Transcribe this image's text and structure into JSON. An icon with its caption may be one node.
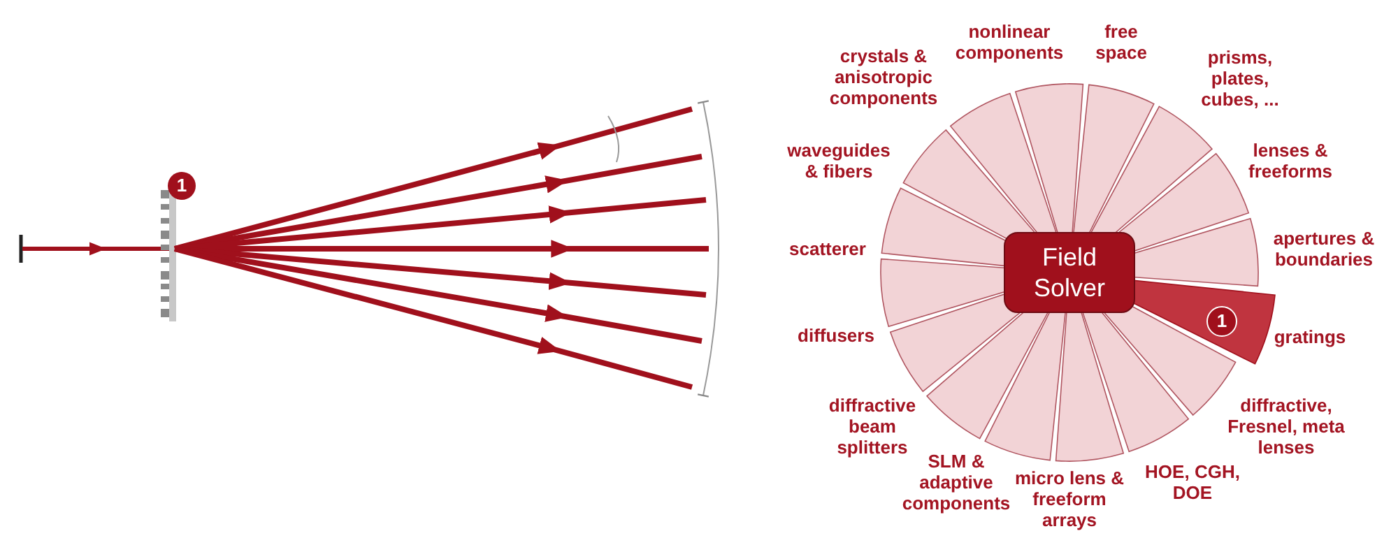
{
  "diagram": {
    "nodes": [
      {
        "text": [
          "1"
        ]
      },
      {
        "text": [
          "Field Solver"
        ]
      },
      {
        "text": [
          "1"
        ]
      }
    ],
    "edges": [],
    "labels": [
      "nonlinear components",
      "free space",
      "crystals & anisotropic components",
      "prisms, plates, cubes, ...",
      "waveguides & fibers",
      "lenses & freeforms",
      "scatterer",
      "apertures & boundaries",
      "diffusers",
      "gratings",
      "diffractive beam splitters",
      "diffractive, Fresnel, meta lenses",
      "SLM & adaptive components",
      "HOE, CGH, DOE",
      "micro lens & freeform arrays"
    ]
  }
}
